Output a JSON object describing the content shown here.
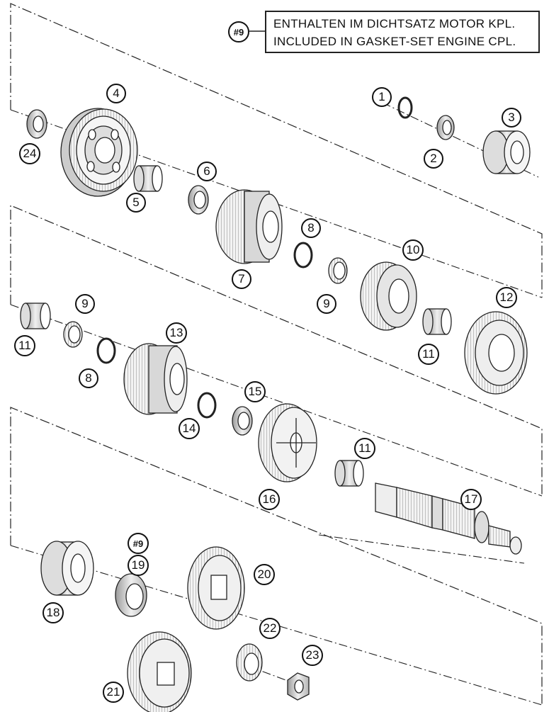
{
  "note": {
    "ref": "#9",
    "line1": "ENTHALTEN IM DICHTSATZ MOTOR KPL.",
    "line2": "INCLUDED IN GASKET-SET ENGINE CPL."
  },
  "callouts": {
    "c1": "1",
    "c2": "2",
    "c3": "3",
    "c4": "4",
    "c5": "5",
    "c6": "6",
    "c7": "7",
    "c8a": "8",
    "c8b": "8",
    "c9a": "9",
    "c9b": "9",
    "c10": "10",
    "c11a": "11",
    "c11b": "11",
    "c11c": "11",
    "c12": "12",
    "c13": "13",
    "c14": "14",
    "c15": "15",
    "c16": "16",
    "c17": "17",
    "c18": "18",
    "c19": "19",
    "c19ref": "#9",
    "c20": "20",
    "c21": "21",
    "c22": "22",
    "c23": "23",
    "c24": "24"
  },
  "colors": {
    "line": "#222222",
    "part_fill": "#f3f3f3",
    "part_shade": "#bdbdbd"
  }
}
